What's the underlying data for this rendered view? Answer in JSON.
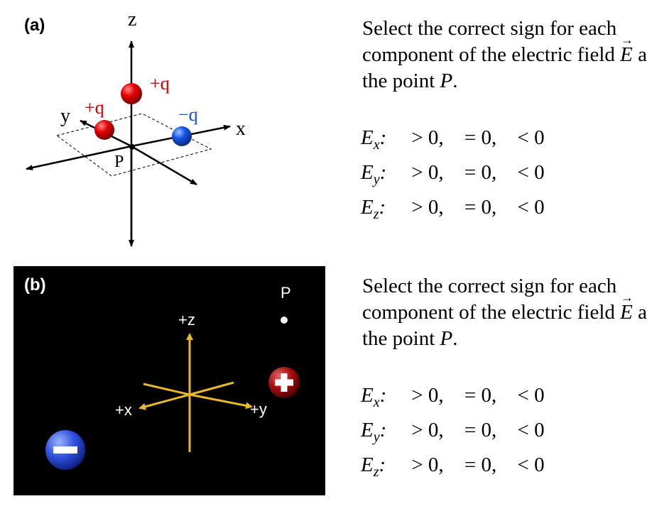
{
  "panels": [
    {
      "label": "(a)",
      "axes": {
        "z": "z",
        "y": "y",
        "x": "x"
      },
      "point_label": "P",
      "charges": [
        {
          "label": "+q",
          "color": "#d40000"
        },
        {
          "label": "+q",
          "color": "#d40000"
        },
        {
          "label": "−q",
          "color": "#1a4fd8"
        }
      ],
      "question": {
        "pre": "Select the correct sign for each component of the electric field ",
        "vector": "E",
        "mid": " a the point ",
        "point": "P",
        "end": "."
      },
      "components": [
        {
          "symbol": "E",
          "sub": "x",
          "options": [
            "> 0,",
            "= 0,",
            "< 0"
          ]
        },
        {
          "symbol": "E",
          "sub": "y",
          "options": [
            "> 0,",
            "= 0,",
            "< 0"
          ]
        },
        {
          "symbol": "E",
          "sub": "z",
          "options": [
            "> 0,",
            "= 0,",
            "< 0"
          ]
        }
      ]
    },
    {
      "label": "(b)",
      "axes": {
        "z": "+z",
        "y": "+y",
        "x": "+x"
      },
      "point_label": "P",
      "background": "#000000",
      "axis_color": "#e8b82a",
      "question": {
        "pre": "Select the correct sign for each component of the electric field ",
        "vector": "E",
        "mid": " a the point ",
        "point": "P",
        "end": "."
      },
      "components": [
        {
          "symbol": "E",
          "sub": "x",
          "options": [
            "> 0,",
            "= 0,",
            "< 0"
          ]
        },
        {
          "symbol": "E",
          "sub": "y",
          "options": [
            "> 0,",
            "= 0,",
            "< 0"
          ]
        },
        {
          "symbol": "E",
          "sub": "z",
          "options": [
            "> 0,",
            "= 0,",
            "< 0"
          ]
        }
      ]
    }
  ]
}
